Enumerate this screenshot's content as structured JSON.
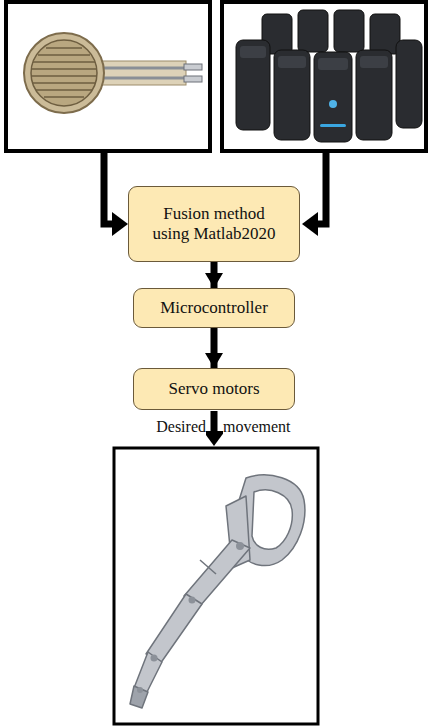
{
  "diagram": {
    "nodes": [
      {
        "text": [
          "Fusion method using Matlab2020"
        ]
      },
      {
        "text": [
          "Microcontroller"
        ]
      },
      {
        "text": [
          "Servo motors"
        ]
      }
    ],
    "edges": [
      {
        "from": 0,
        "to": 1,
        "arrow": "to"
      },
      {
        "from": 1,
        "to": 2,
        "arrow": "to"
      }
    ],
    "labels": [
      "Desired",
      "movement"
    ]
  }
}
